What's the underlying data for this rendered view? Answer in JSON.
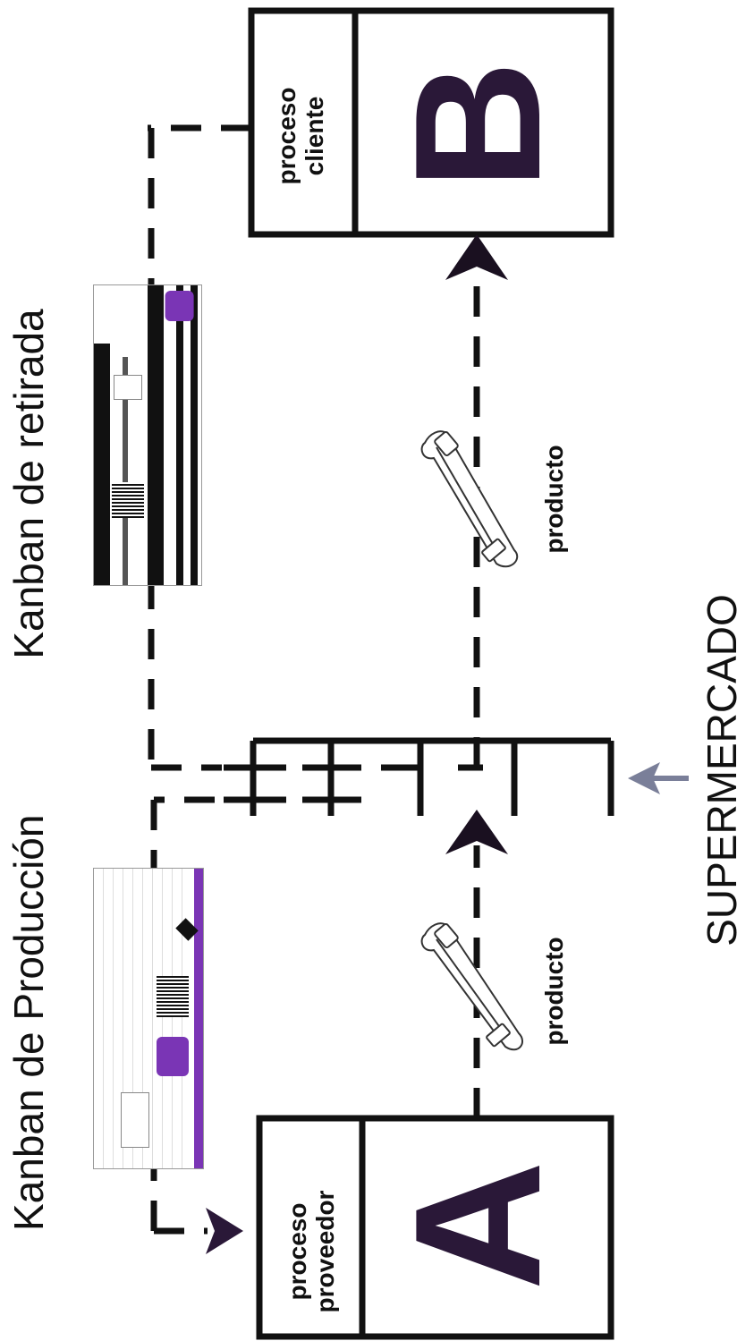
{
  "titles": {
    "kanban_produccion": "Kanban de Producción",
    "kanban_retirada": "Kanban de retirada",
    "supermercado": "SUPERMERCADO"
  },
  "process_a": {
    "label_line1": "proceso",
    "label_line2": "proveedor",
    "letter": "A"
  },
  "process_b": {
    "label_line1": "proceso",
    "label_line2": "cliente",
    "letter": "B"
  },
  "product_labels": {
    "lower": "producto",
    "upper": "producto"
  },
  "colors": {
    "accent_purple": "#7a35b5",
    "ink": "#111111",
    "arrow_gray": "#7a7f99"
  }
}
